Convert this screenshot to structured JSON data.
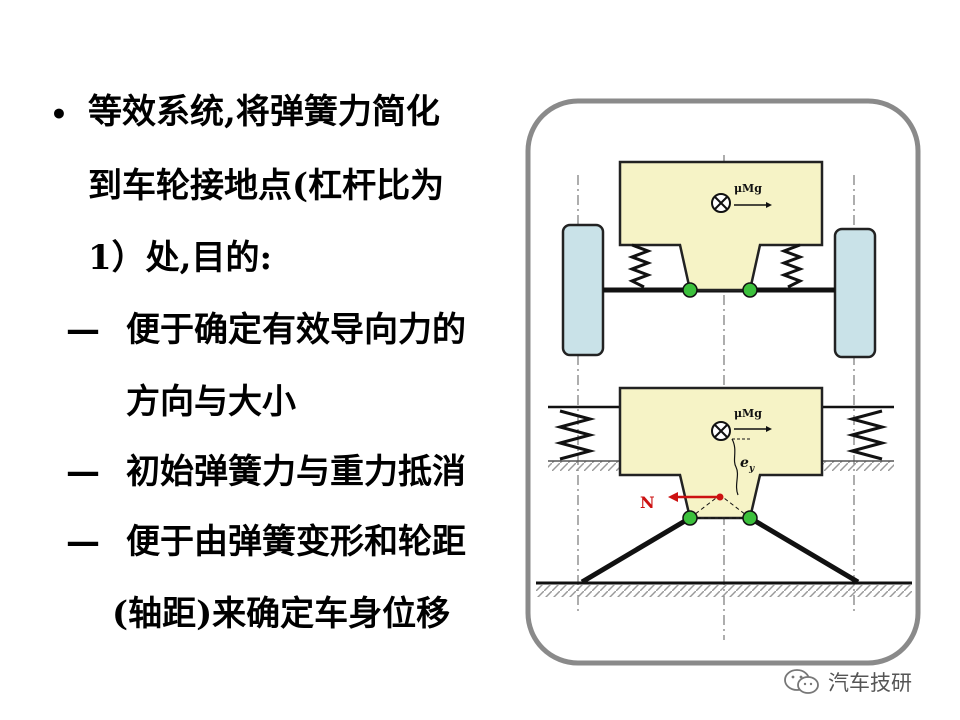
{
  "text": {
    "bullet_symbol": "•",
    "bullet_line1": "等效系统,将弹簧力简化",
    "bullet_line2": "到车轮接地点(杠杆比为",
    "bullet_line3": "1）处,目的:",
    "dash_symbol": "—",
    "item1_line1": "便于确定有效导向力的",
    "item1_line2": "方向与大小",
    "item2_line1": "初始弹簧力与重力抵消",
    "item3_line1": "便于由弹簧变形和轮距",
    "item3_line2": "(轴距)来确定车身位移"
  },
  "diagram": {
    "label_top_force": "μMg",
    "label_bottom_force": "μMg",
    "label_offset": "e",
    "label_offset_sub": "y",
    "label_normal": "N"
  },
  "colors": {
    "body_fill": "#f6f3c6",
    "wheel_fill": "#c9e2e8",
    "joint_fill": "#3cc03c",
    "arrow_red": "#cc1111",
    "frame_stroke": "#8a8a8a",
    "ground_hatch": "#9a9a9a"
  },
  "watermark": {
    "text": "汽车技研",
    "icon": "wechat-icon"
  }
}
